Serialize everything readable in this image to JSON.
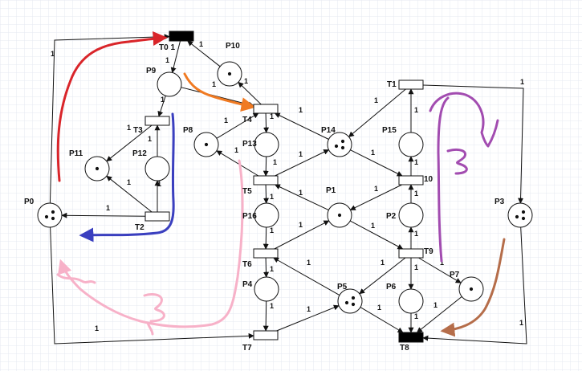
{
  "colors": {
    "grid": "#e6e9f2",
    "stroke": "#111111",
    "red": "#d9252a",
    "orange": "#f07a22",
    "blue": "#3a3fbf",
    "purple": "#a24cb0",
    "pink": "#f7b1c8",
    "brown": "#b56d4a"
  },
  "places": [
    {
      "id": "P0",
      "label": "P0",
      "tokens": 3
    },
    {
      "id": "P1",
      "label": "P1",
      "tokens": 1
    },
    {
      "id": "P2",
      "label": "P2",
      "tokens": 0
    },
    {
      "id": "P3",
      "label": "P3",
      "tokens": 3
    },
    {
      "id": "P4",
      "label": "P4",
      "tokens": 0
    },
    {
      "id": "P5",
      "label": "P5",
      "tokens": 3
    },
    {
      "id": "P6",
      "label": "P6",
      "tokens": 0
    },
    {
      "id": "P7",
      "label": "P7",
      "tokens": 1
    },
    {
      "id": "P8",
      "label": "P8",
      "tokens": 1
    },
    {
      "id": "P9",
      "label": "P9",
      "tokens": 0
    },
    {
      "id": "P10",
      "label": "P10",
      "tokens": 1
    },
    {
      "id": "P11",
      "label": "P11",
      "tokens": 1
    },
    {
      "id": "P12",
      "label": "P12",
      "tokens": 0
    },
    {
      "id": "P13",
      "label": "P13",
      "tokens": 0
    },
    {
      "id": "P14",
      "label": "P14",
      "tokens": 3
    },
    {
      "id": "P15",
      "label": "P15",
      "tokens": 0
    },
    {
      "id": "P16",
      "label": "P16",
      "tokens": 0
    }
  ],
  "transitions": [
    {
      "id": "T0",
      "label": "T0 1",
      "filled": true
    },
    {
      "id": "T1",
      "label": "T1",
      "filled": false
    },
    {
      "id": "T2",
      "label": "T2",
      "filled": false
    },
    {
      "id": "T3",
      "label": "T3",
      "filled": false
    },
    {
      "id": "T4",
      "label": "T4",
      "filled": false
    },
    {
      "id": "T5",
      "label": "T5",
      "filled": false
    },
    {
      "id": "T6",
      "label": "T6",
      "filled": false
    },
    {
      "id": "T7",
      "label": "T7",
      "filled": false
    },
    {
      "id": "T8",
      "label": "T8",
      "filled": true
    },
    {
      "id": "T9",
      "label": "T9",
      "filled": false
    },
    {
      "id": "T10",
      "label": "10",
      "filled": false
    }
  ],
  "arc_weight": "1"
}
